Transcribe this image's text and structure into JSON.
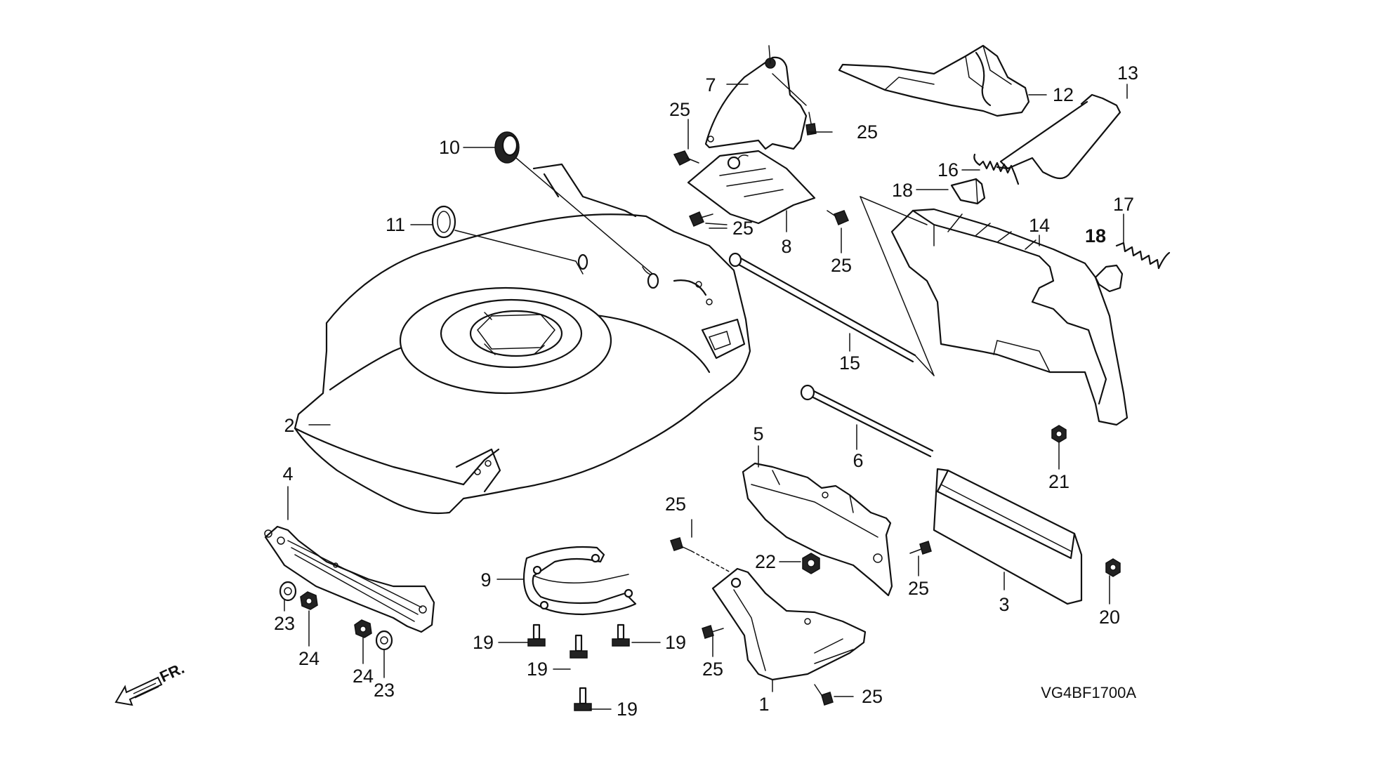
{
  "diagram": {
    "ref_code": "VG4BF1700A",
    "front_label": "FR.",
    "callouts": [
      "1",
      "2",
      "3",
      "4",
      "5",
      "6",
      "7",
      "8",
      "9",
      "10",
      "11",
      "12",
      "13",
      "14",
      "15",
      "16",
      "17",
      "18",
      "19",
      "20",
      "21",
      "22",
      "23",
      "24",
      "25"
    ],
    "repeat_labels": {
      "c18b": "18",
      "c19b": "19",
      "c19c": "19",
      "c19d": "19",
      "c23b": "23",
      "c24b": "24",
      "c25b": "25",
      "c25c": "25",
      "c25d": "25",
      "c25e": "25",
      "c25f": "25",
      "c25g": "25"
    }
  }
}
